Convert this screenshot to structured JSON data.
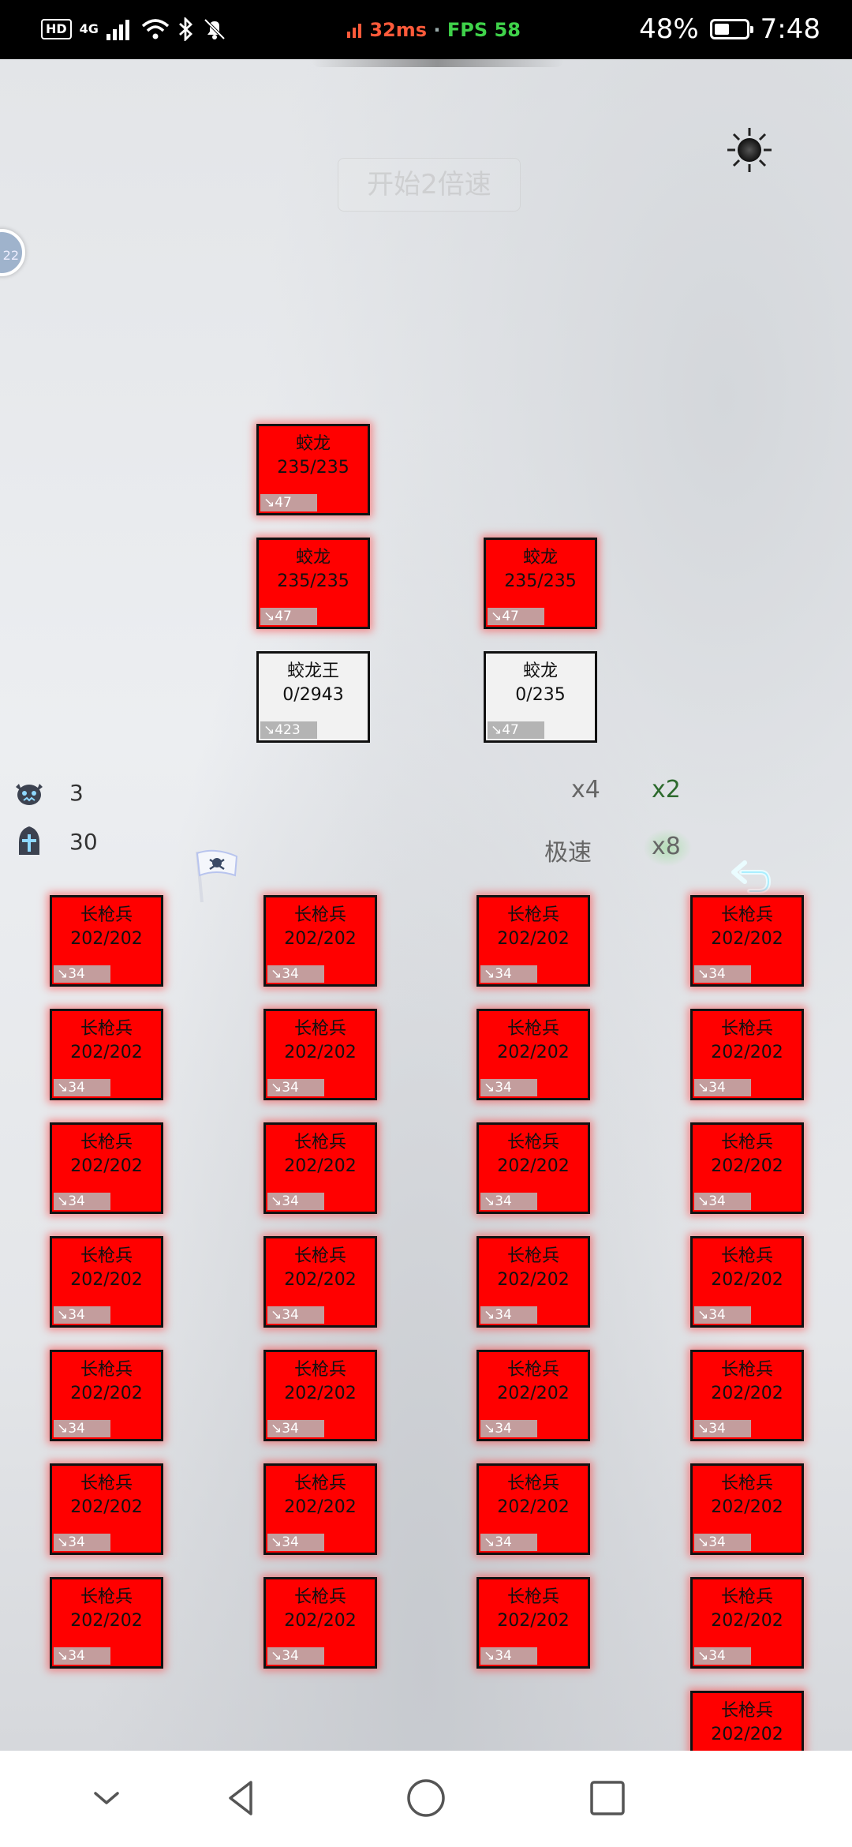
{
  "status_bar": {
    "hd": "HD",
    "network": "4G",
    "ping": "32ms",
    "separator": "·",
    "fps": "FPS 58",
    "battery_pct": "48%",
    "battery_level": 0.48,
    "time": "7:48"
  },
  "overlay": {
    "start_button": "开始2倍速",
    "side_badge": "22"
  },
  "enemies": [
    {
      "name": "蛟龙",
      "hp": "235/235",
      "atk": "↘47",
      "state": "alive"
    },
    {
      "name": "蛟龙",
      "hp": "235/235",
      "atk": "↘47",
      "state": "alive"
    },
    {
      "name": "蛟龙",
      "hp": "235/235",
      "atk": "↘47",
      "state": "alive"
    },
    {
      "name": "蛟龙王",
      "hp": "0/2943",
      "atk": "↘423",
      "state": "dead"
    },
    {
      "name": "蛟龙",
      "hp": "0/235",
      "atk": "↘47",
      "state": "dead"
    }
  ],
  "hud": {
    "enemy_count": "3",
    "soldier_count": "30",
    "speed_x4": "x4",
    "speed_x2": "x2",
    "speed_max": "极速",
    "speed_x8": "x8"
  },
  "soldier": {
    "name": "长枪兵",
    "hp": "202/202",
    "atk": "↘34"
  },
  "colors": {
    "alive_unit": "#ff0000",
    "dead_unit": "#f2f2f2",
    "status_ping": "#ff5a3a",
    "status_fps": "#3fd24a",
    "active_speed": "#2d6a2d"
  }
}
